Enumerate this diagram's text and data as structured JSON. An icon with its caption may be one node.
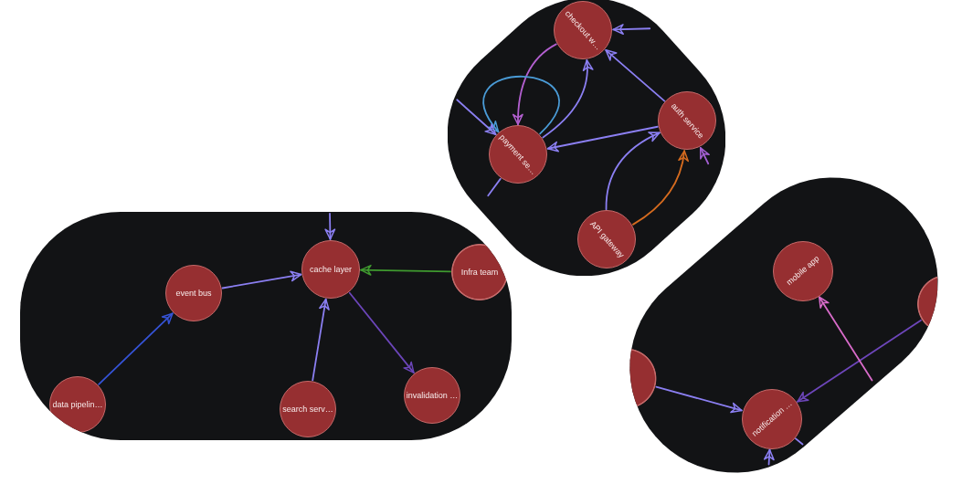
{
  "diagram": {
    "nodes": [
      {
        "text": [],
        "shape": "box"
      },
      {
        "text": [
          "checkout w…"
        ],
        "in": 0
      },
      {
        "text": [
          "auth service"
        ],
        "in": 0
      },
      {
        "text": [
          "payment se…"
        ],
        "in": 0
      },
      {
        "text": [
          "API gateway"
        ],
        "in": 0
      },
      {
        "text": [],
        "shape": "box"
      },
      {
        "text": [
          "event bus"
        ],
        "in": 5
      },
      {
        "text": [
          "cache layer"
        ],
        "in": 5
      },
      {
        "text": [
          "Infra team"
        ],
        "in": 5
      },
      {
        "text": [
          "data pipelin…"
        ],
        "in": 5
      },
      {
        "text": [
          "search serv…"
        ],
        "in": 5
      },
      {
        "text": [
          "invalidation …"
        ],
        "in": 5
      },
      {
        "text": [],
        "shape": "box"
      },
      {
        "text": [
          "mobile app"
        ],
        "in": 12
      },
      {
        "text": [],
        "shape": "circle",
        "in": 12
      },
      {
        "text": [],
        "shape": "circle",
        "in": 12
      },
      {
        "text": [
          "notification …"
        ],
        "in": 12
      }
    ],
    "edges": [
      {
        "from": null,
        "to": 1,
        "arrow": "to"
      },
      {
        "from": 1,
        "to": 3,
        "arrow": "to",
        "color": "#b25fcf"
      },
      {
        "from": 3,
        "to": 1,
        "arrow": "to"
      },
      {
        "from": 3,
        "to": 3,
        "arrow": "to",
        "color": "#4a9bd6"
      },
      {
        "from": null,
        "to": 3,
        "arrow": "to"
      },
      {
        "from": 2,
        "to": 1,
        "arrow": "to"
      },
      {
        "from": 2,
        "to": 3,
        "arrow": "to"
      },
      {
        "from": 4,
        "to": 2,
        "arrow": "to"
      },
      {
        "from": 4,
        "to": 2,
        "arrow": "to",
        "color": "#d56b1f"
      },
      {
        "from": null,
        "to": 2,
        "arrow": "to",
        "color": "#a35fd2"
      },
      {
        "from": 3,
        "to": null,
        "arrow": "none"
      },
      {
        "from": null,
        "to": 7,
        "arrow": "to"
      },
      {
        "from": 6,
        "to": 7,
        "arrow": "to"
      },
      {
        "from": 8,
        "to": 7,
        "arrow": "to",
        "color": "#3f9a2f"
      },
      {
        "from": 9,
        "to": 6,
        "arrow": "to",
        "color": "#3553d6"
      },
      {
        "from": 10,
        "to": 7,
        "arrow": "to"
      },
      {
        "from": 7,
        "to": 11,
        "arrow": "to",
        "color": "#6b45b8"
      },
      {
        "from": 15,
        "to": 16,
        "arrow": "to"
      },
      {
        "from": 14,
        "to": 16,
        "arrow": "to",
        "color": "#6d46ba"
      },
      {
        "from": null,
        "to": 13,
        "arrow": "to",
        "color": "#d86bc9"
      },
      {
        "from": null,
        "to": 16,
        "arrow": "to"
      },
      {
        "from": 16,
        "to": null,
        "arrow": "none"
      }
    ]
  }
}
